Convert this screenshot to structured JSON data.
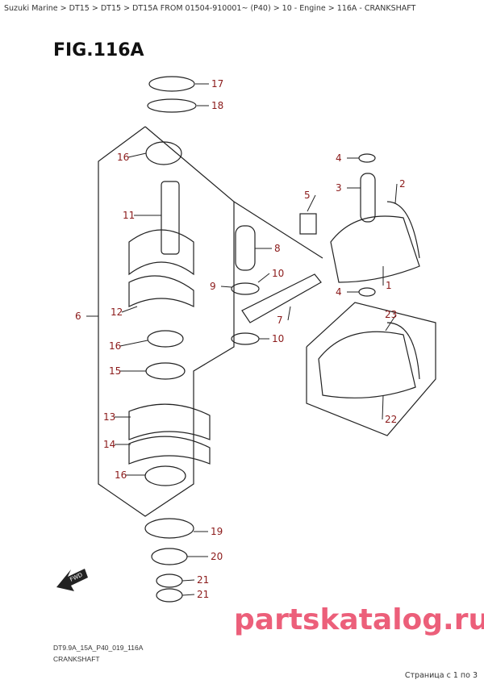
{
  "breadcrumb": "Suzuki Marine > DT15 > DT15 > DT15A FROM 01504-910001~ (P40) > 10 - Engine > 116A - CRANKSHAFT",
  "figure_title": "FIG.116A",
  "diagram_code": "DT9.9A_15A_P40_019_116A",
  "diagram_name": "CRANKSHAFT",
  "pagination": "Страница с 1 по 3",
  "watermark": "partskatalog.ru",
  "fwd_label": "FWD",
  "callouts": [
    "17",
    "18",
    "16",
    "11",
    "6",
    "12",
    "8",
    "10",
    "9",
    "7",
    "10",
    "16",
    "15",
    "13",
    "14",
    "16",
    "19",
    "20",
    "21",
    "21",
    "4",
    "3",
    "5",
    "2",
    "1",
    "4",
    "23",
    "22"
  ],
  "colors": {
    "callout": "#8b1a1a",
    "watermark": "#e8385a"
  }
}
